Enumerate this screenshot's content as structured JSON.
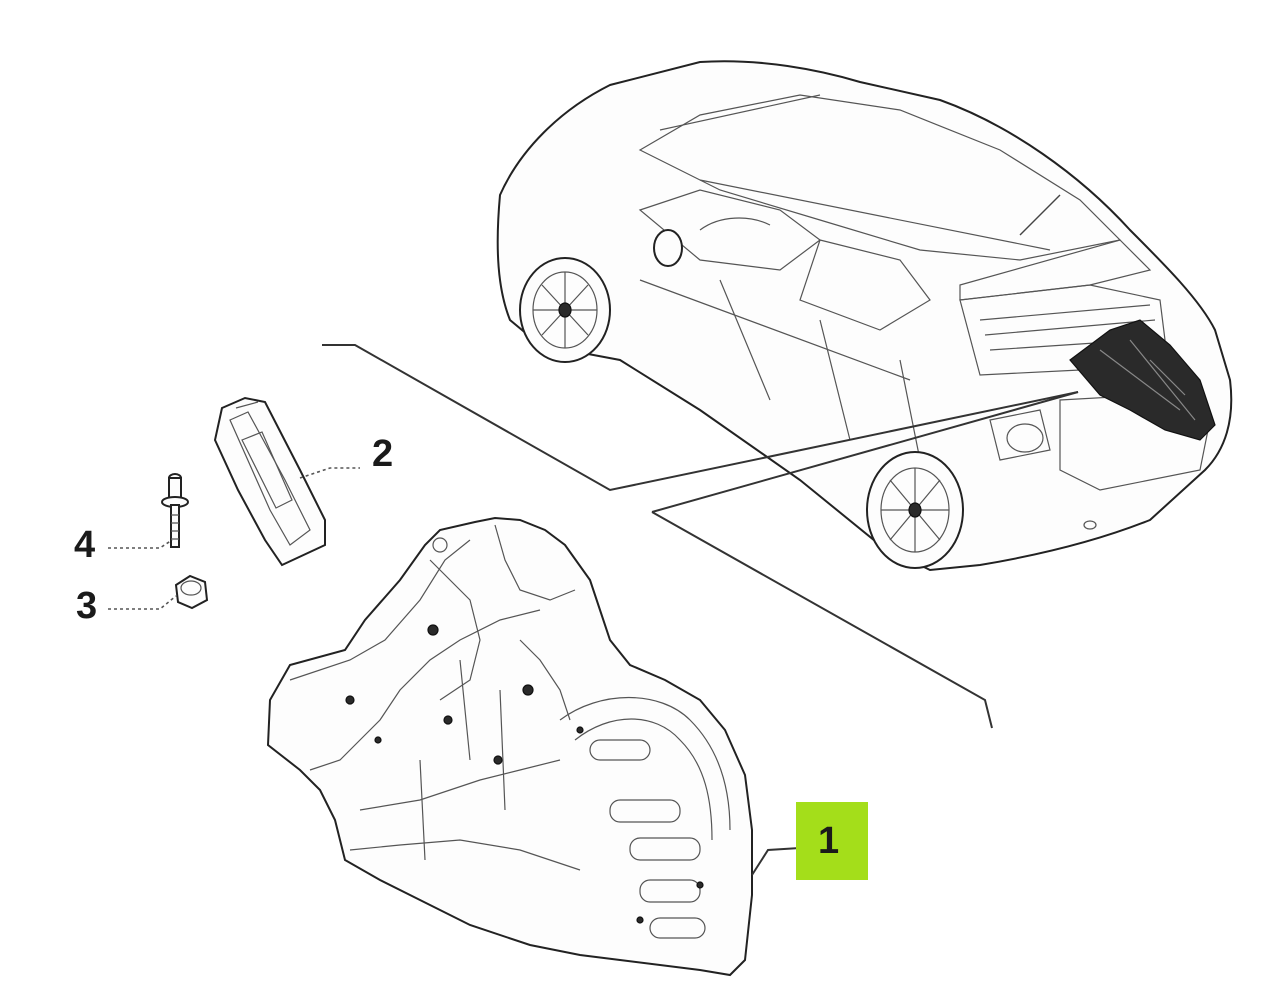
{
  "diagram": {
    "callouts": [
      {
        "id": "1",
        "label": "1",
        "highlighted": true
      },
      {
        "id": "2",
        "label": "2"
      },
      {
        "id": "3",
        "label": "3"
      },
      {
        "id": "4",
        "label": "4"
      }
    ],
    "colors": {
      "highlight": "#a4de1a",
      "line": "#333333",
      "background": "#ffffff"
    }
  }
}
